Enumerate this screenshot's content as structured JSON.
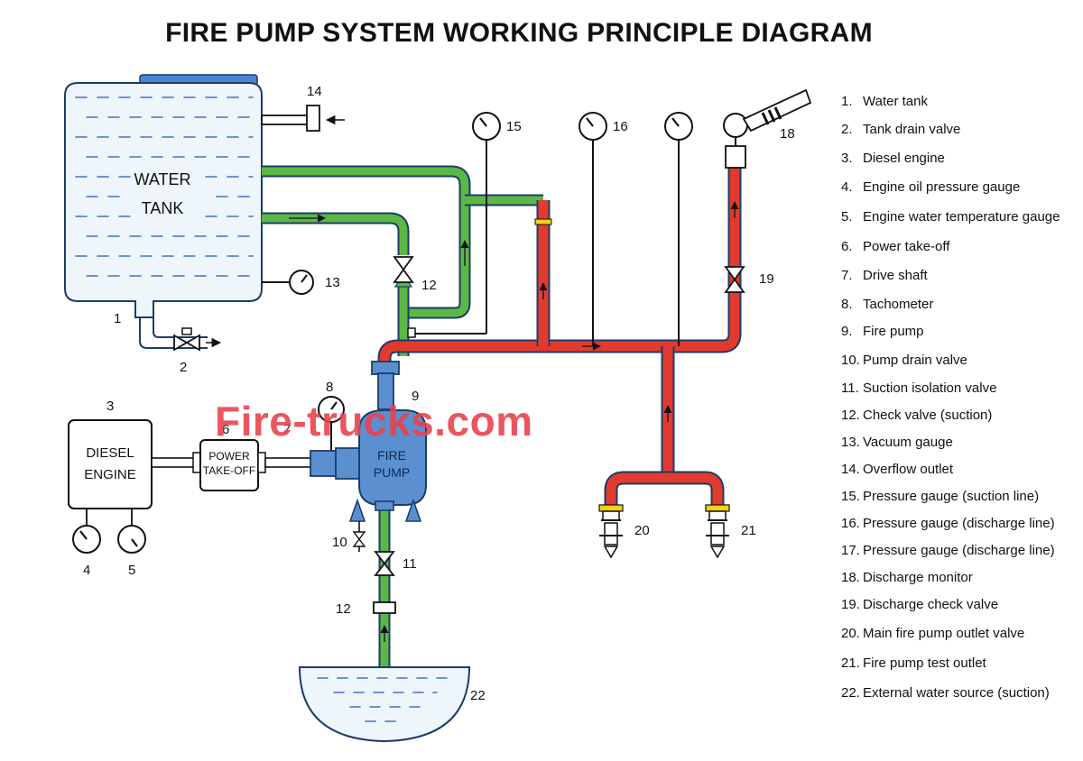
{
  "title": "FIRE PUMP SYSTEM WORKING PRINCIPLE DIAGRAM",
  "watermark": "Fire-trucks.com",
  "blocks": {
    "water_tank_line1": "WATER",
    "water_tank_line2": "TANK",
    "diesel_line1": "DIESEL",
    "diesel_line2": "ENGINE",
    "pto_line1": "POWER",
    "pto_line2": "TAKE-OFF",
    "pump_line1": "FIRE",
    "pump_line2": "PUMP"
  },
  "callouts": {
    "n1": "1",
    "n2": "2",
    "n3": "3",
    "n4": "4",
    "n5": "5",
    "n6": "6",
    "n7": "7",
    "n8": "8",
    "n9": "9",
    "n10": "10",
    "n11": "11",
    "n12a": "12",
    "n12b": "12",
    "n13": "13",
    "n14": "14",
    "n15": "15",
    "n16": "16",
    "n18": "18",
    "n19": "19",
    "n20": "20",
    "n21": "21",
    "n22": "22"
  },
  "legend": [
    {
      "num": "1.",
      "label": "Water tank"
    },
    {
      "num": "2.",
      "label": "Tank drain valve"
    },
    {
      "num": "3.",
      "label": "Diesel engine"
    },
    {
      "num": "4.",
      "label": "Engine oil pressure gauge"
    },
    {
      "num": "5.",
      "label": "Engine water temperature gauge"
    },
    {
      "num": "6.",
      "label": "Power take-off"
    },
    {
      "num": "7.",
      "label": "Drive shaft"
    },
    {
      "num": "8.",
      "label": "Tachometer"
    },
    {
      "num": "9.",
      "label": "Fire pump"
    },
    {
      "num": "10.",
      "label": "Pump drain valve"
    },
    {
      "num": "11.",
      "label": "Suction isolation valve"
    },
    {
      "num": "12.",
      "label": "Check valve (suction)"
    },
    {
      "num": "13.",
      "label": "Vacuum gauge"
    },
    {
      "num": "14.",
      "label": "Overflow outlet"
    },
    {
      "num": "15.",
      "label": "Pressure gauge (suction line)"
    },
    {
      "num": "16.",
      "label": "Pressure gauge (discharge line)"
    },
    {
      "num": "17.",
      "label": "Pressure gauge (discharge line)"
    },
    {
      "num": "18.",
      "label": "Discharge monitor"
    },
    {
      "num": "19.",
      "label": "Discharge check valve"
    },
    {
      "num": "20.",
      "label": "Main fire pump outlet valve"
    },
    {
      "num": "21.",
      "label": "Fire pump test outlet"
    },
    {
      "num": "22.",
      "label": "External water source (suction)"
    }
  ],
  "colors": {
    "suction_pipe": "#5cb844",
    "discharge_pipe": "#e23a2c",
    "tank_fill": "#e9f3fb",
    "pump_blue": "#5b8fd0",
    "watermark": "#e8434f"
  }
}
